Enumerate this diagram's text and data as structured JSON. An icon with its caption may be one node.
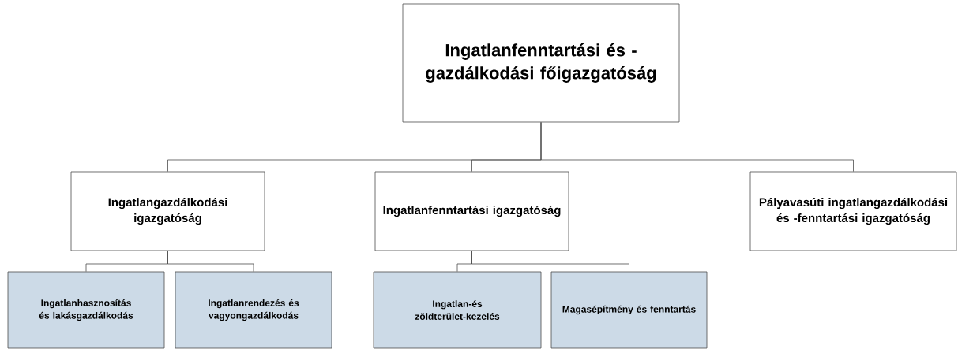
{
  "diagram": {
    "nodes": [
      {
        "text": [
          "Ingatlanfenntartási és -gazdálkodási főigazgatóság"
        ]
      },
      {
        "text": [
          "Ingatlangazdálkodási igazgatóság"
        ]
      },
      {
        "text": [
          "Ingatlanfenntartási igazgatóság"
        ]
      },
      {
        "text": [
          "Pályavasúti ingatlangazdálkodási és -fenntartási igazgatóság"
        ]
      },
      {
        "text": [
          "Ingatlanhasznosítás és lakásgazdálkodás"
        ]
      },
      {
        "text": [
          "Ingatlanrendezés és vagyongazdálkodás"
        ]
      },
      {
        "text": [
          "Ingatlan-és zöldterület-kezelés"
        ]
      },
      {
        "text": [
          "Magasépítmény és fenntartás"
        ]
      }
    ],
    "edges": [
      {
        "from": 0,
        "to": 1,
        "arrow": "none"
      },
      {
        "from": 0,
        "to": 2,
        "arrow": "none"
      },
      {
        "from": 0,
        "to": 3,
        "arrow": "none"
      },
      {
        "from": 1,
        "to": 4,
        "arrow": "none"
      },
      {
        "from": 1,
        "to": 5,
        "arrow": "none"
      },
      {
        "from": 2,
        "to": 6,
        "arrow": "none"
      },
      {
        "from": 2,
        "to": 7,
        "arrow": "none"
      }
    ]
  }
}
